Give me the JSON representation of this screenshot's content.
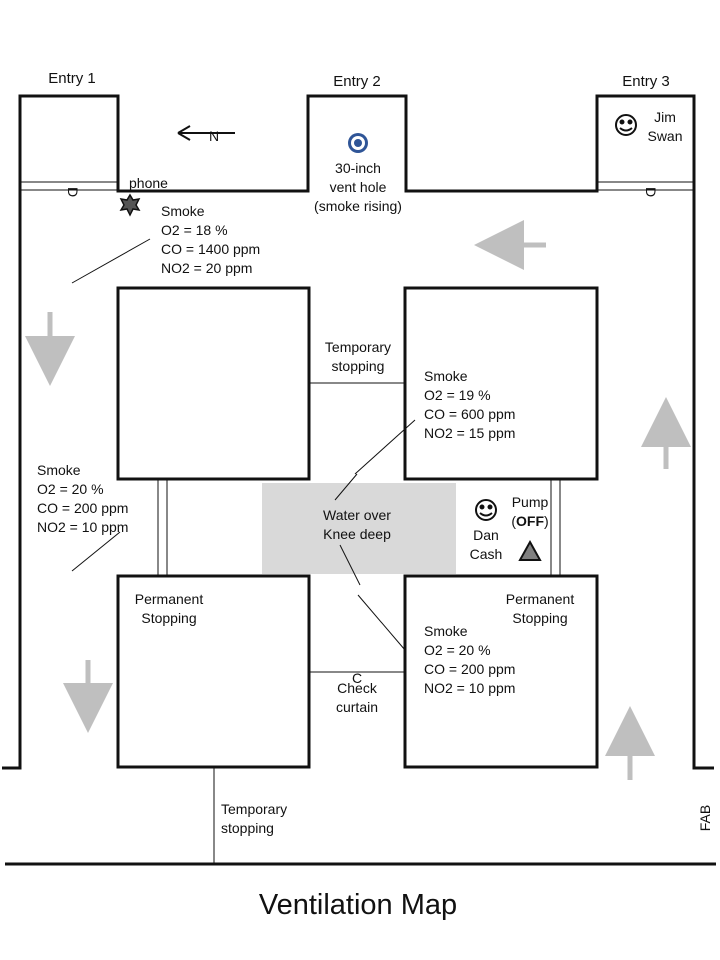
{
  "entries": {
    "entry1": "Entry 1",
    "entry2": "Entry 2",
    "entry3": "Entry 3"
  },
  "north_label": "N",
  "phone": "phone",
  "vent_hole": {
    "l1": "30-inch",
    "l2": "vent hole",
    "l3": "(smoke rising)"
  },
  "jim_swan": {
    "l1": "Jim",
    "l2": "Swan"
  },
  "reading_entry1": {
    "l1": "Smoke",
    "l2": "O2 = 18 %",
    "l3": "CO = 1400 ppm",
    "l4": "NO2 = 20 ppm"
  },
  "reading_east": {
    "l1": "Smoke",
    "l2": "O2 = 19 %",
    "l3": "CO = 600 ppm",
    "l4": "NO2 = 15 ppm"
  },
  "reading_west": {
    "l1": "Smoke",
    "l2": "O2 = 20 %",
    "l3": "CO = 200 ppm",
    "l4": "NO2 = 10 ppm"
  },
  "reading_southeast": {
    "l1": "Smoke",
    "l2": "O2 = 20 %",
    "l3": "CO = 200 ppm",
    "l4": "NO2 = 10 ppm"
  },
  "temp_stopping_mid": {
    "l1": "Temporary",
    "l2": "stopping"
  },
  "temp_stopping_bottom": {
    "l1": "Temporary",
    "l2": "stopping"
  },
  "water": {
    "l1": "Water over",
    "l2": "Knee deep"
  },
  "pump": {
    "l1": "Pump",
    "l2_open": "(",
    "l2_bold": "OFF",
    "l2_close": ")"
  },
  "dan_cash": {
    "l1": "Dan",
    "l2": "Cash"
  },
  "perm_stopping_left": {
    "l1": "Permanent",
    "l2": "Stopping"
  },
  "perm_stopping_right": {
    "l1": "Permanent",
    "l2": "Stopping"
  },
  "check_curtain": {
    "symbol": "C",
    "l1": "Check",
    "l2": "curtain"
  },
  "fab": "FAB",
  "door_symbol": "D",
  "title": "Ventilation Map",
  "icons": [
    "smiley-icon",
    "phone-star-icon",
    "vent-hole-icon",
    "pump-triangle-icon",
    "airflow-arrow-icon",
    "north-arrow-icon"
  ],
  "colors": {
    "water": "#d9d9d9",
    "airflow_arrow": "#bfbfbf",
    "vent_outer": "#2f5597",
    "pump": "#808080"
  }
}
